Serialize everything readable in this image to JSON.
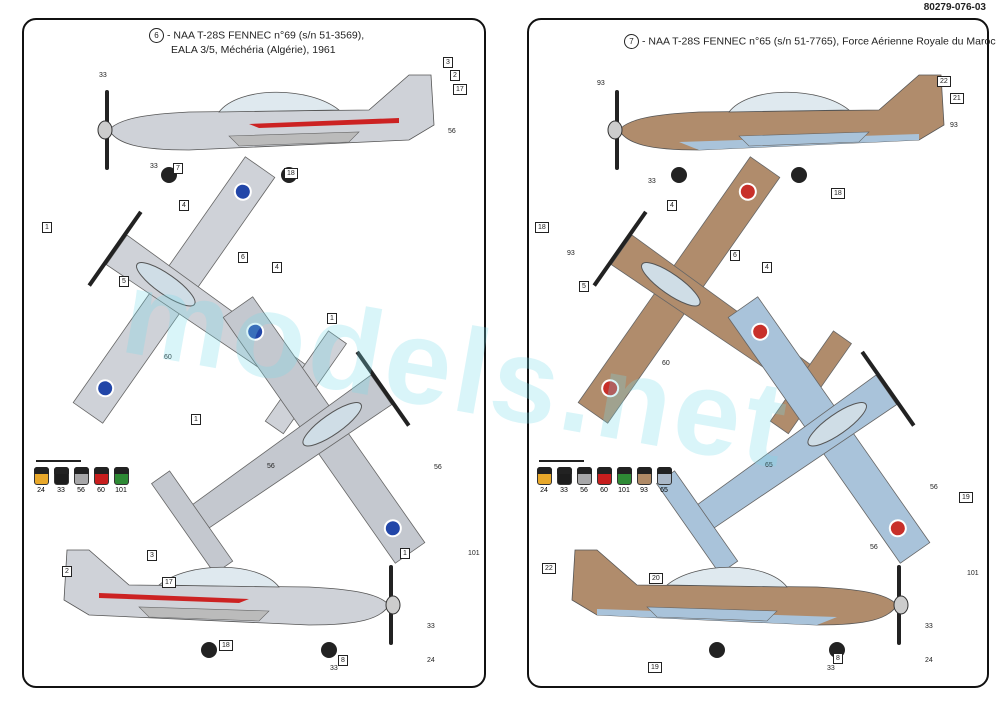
{
  "sheet_code": "80279-076-03",
  "watermark": "models.net",
  "left": {
    "marker": "6",
    "title_line1": "- NAA T-28S FENNEC n°69 (s/n 51-3569),",
    "title_line2": "EALA 3/5, Méchéria (Algérie), 1961",
    "callouts": [
      "33",
      "3",
      "2",
      "17",
      "56",
      "33",
      "7",
      "18",
      "1",
      "4",
      "6",
      "4",
      "5",
      "1",
      "60",
      "1",
      "56",
      "56",
      "1",
      "101",
      "2",
      "3",
      "17",
      "18",
      "8",
      "33",
      "24",
      "33"
    ],
    "paints": [
      {
        "code": "24",
        "color": "#e8a82a"
      },
      {
        "code": "33",
        "color": "#1d1d1d"
      },
      {
        "code": "56",
        "color": "#a7a7a9"
      },
      {
        "code": "60",
        "color": "#c81e1e"
      },
      {
        "code": "101",
        "color": "#2e8a35"
      }
    ],
    "colors": {
      "body": "#cfd2d8",
      "stripe": "#cc2222"
    }
  },
  "right": {
    "marker": "7",
    "title": "- NAA T-28S FENNEC n°65 (s/n 51-7765), Force Aérienne Royale du Maroc",
    "callouts": [
      "93",
      "22",
      "21",
      "93",
      "33",
      "18",
      "18",
      "4",
      "93",
      "6",
      "4",
      "5",
      "60",
      "65",
      "56",
      "19",
      "56",
      "101",
      "22",
      "20",
      "19",
      "8",
      "33",
      "24",
      "33"
    ],
    "paints": [
      {
        "code": "24",
        "color": "#e8a82a"
      },
      {
        "code": "33",
        "color": "#1d1d1d"
      },
      {
        "code": "56",
        "color": "#a7a7a9"
      },
      {
        "code": "60",
        "color": "#c81e1e"
      },
      {
        "code": "101",
        "color": "#2e8a35"
      },
      {
        "code": "93",
        "color": "#b08a66"
      },
      {
        "code": "65",
        "color": "#aab8c8"
      }
    ],
    "colors": {
      "body": "#b08c6c",
      "under": "#a9c3da",
      "roundel": "#c8302a"
    }
  }
}
